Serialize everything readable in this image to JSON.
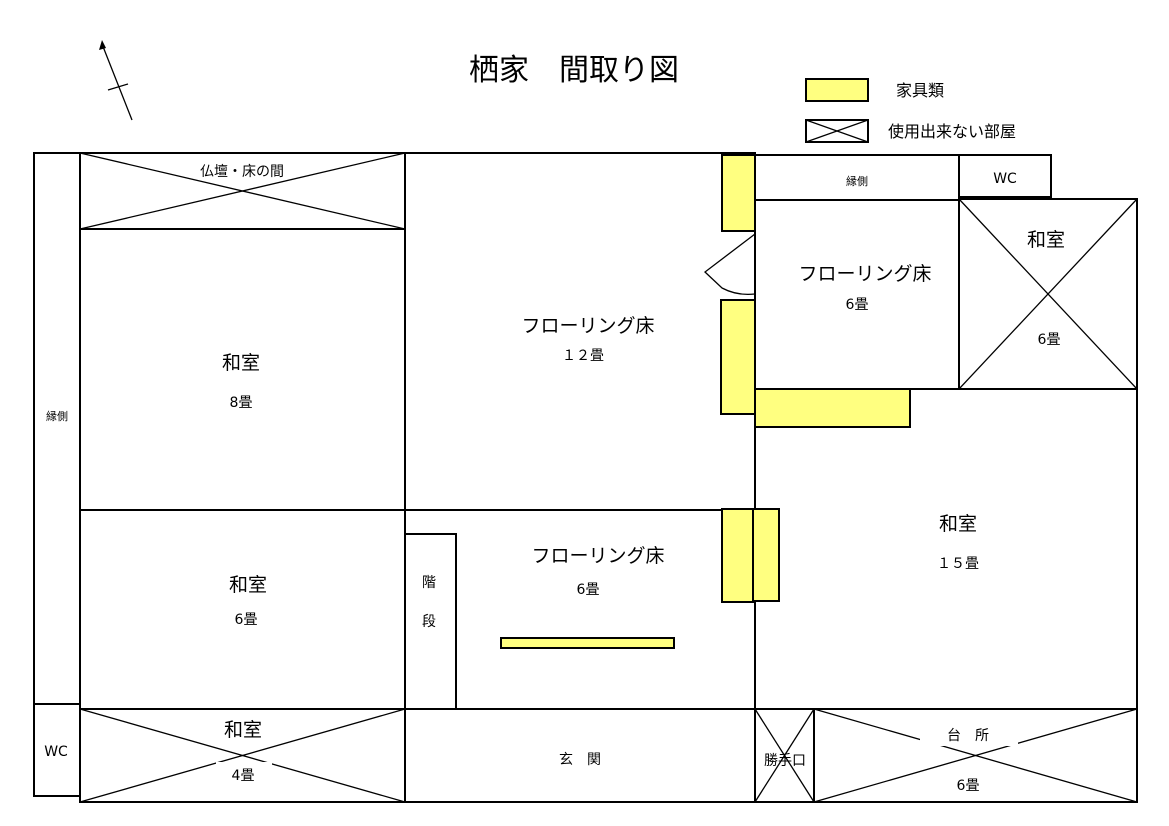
{
  "title": "栖家　間取り図",
  "legend": {
    "furniture": "家具類",
    "unusable": "使用出来ない部屋"
  },
  "rooms": {
    "engawa_west": "縁側",
    "butsudan": "仏壇・床の間",
    "washitsu8_name": "和室",
    "washitsu8_size": "8畳",
    "washitsu6_name": "和室",
    "washitsu6_size": "6畳",
    "wc_southwest": "WC",
    "washitsu4_name": "和室",
    "washitsu4_size": "4畳",
    "flooring12_name": "フローリング床",
    "flooring12_size": "１２畳",
    "stairs_1": "階",
    "stairs_2": "段",
    "flooring6_south_name": "フローリング床",
    "flooring6_south_size": "6畳",
    "genkan": "玄　関",
    "katteguchi": "勝手口",
    "engawa_north": "縁側",
    "wc_northeast": "WC",
    "flooring6_north_name": "フローリング床",
    "flooring6_north_size": "6畳",
    "washitsu6_ne_name": "和室",
    "washitsu6_ne_size": "6畳",
    "washitsu15_name": "和室",
    "washitsu15_size": "１５畳",
    "kitchen_name": "台　所",
    "kitchen_size": "6畳"
  },
  "colors": {
    "furniture": "#ffff80",
    "line": "#000000",
    "background": "#ffffff"
  },
  "icons": {
    "north_arrow": "compass-arrow-icon",
    "unusable_marker": "crossed-box-icon"
  }
}
